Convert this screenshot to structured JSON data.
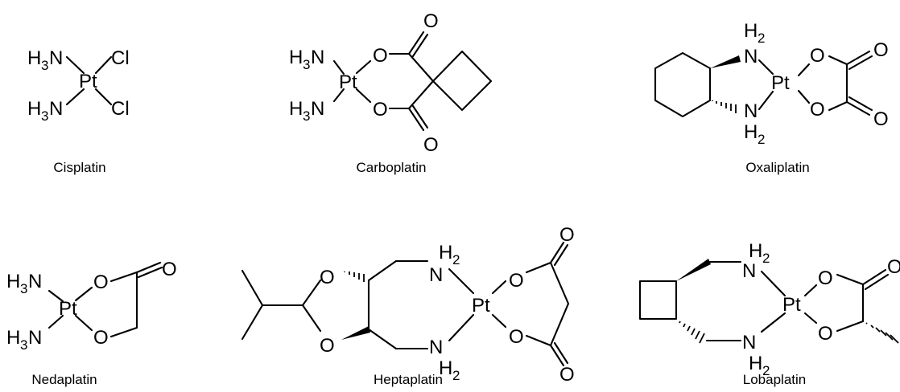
{
  "figure": {
    "molecules": [
      {
        "id": "cisplatin",
        "name": "Cisplatin"
      },
      {
        "id": "carboplatin",
        "name": "Carboplatin"
      },
      {
        "id": "oxaliplatin",
        "name": "Oxaliplatin"
      },
      {
        "id": "nedaplatin",
        "name": "Nedaplatin"
      },
      {
        "id": "heptaplatin",
        "name": "Heptaplatin"
      },
      {
        "id": "lobaplatin",
        "name": "Lobaplatin"
      }
    ],
    "atoms": {
      "H": "H",
      "N": "N",
      "Pt": "Pt",
      "Cl": "Cl",
      "O": "O",
      "sub2": "2",
      "sub3": "3"
    }
  }
}
